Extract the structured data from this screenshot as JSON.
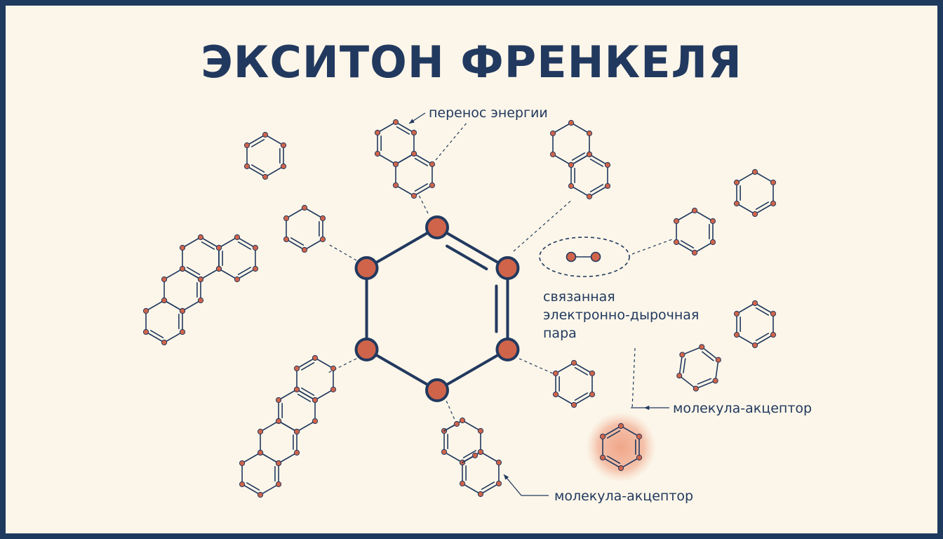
{
  "title": "ЭКСИТОН ФРЕНКЕЛЯ",
  "labels": {
    "energy_transfer": "перенос энергии",
    "bound_pair_line1": "связанная",
    "bound_pair_line2": "электронно-дырочная",
    "bound_pair_line3": "пара",
    "acceptor_right": "молекула-акцептор",
    "acceptor_bottom": "молекула-акцептор"
  },
  "colors": {
    "frame": "#1f3a5f",
    "background": "#fbf6e9",
    "bond": "#22395f",
    "atom": "#d0644a",
    "acceptor_glow": "#f0a689"
  }
}
